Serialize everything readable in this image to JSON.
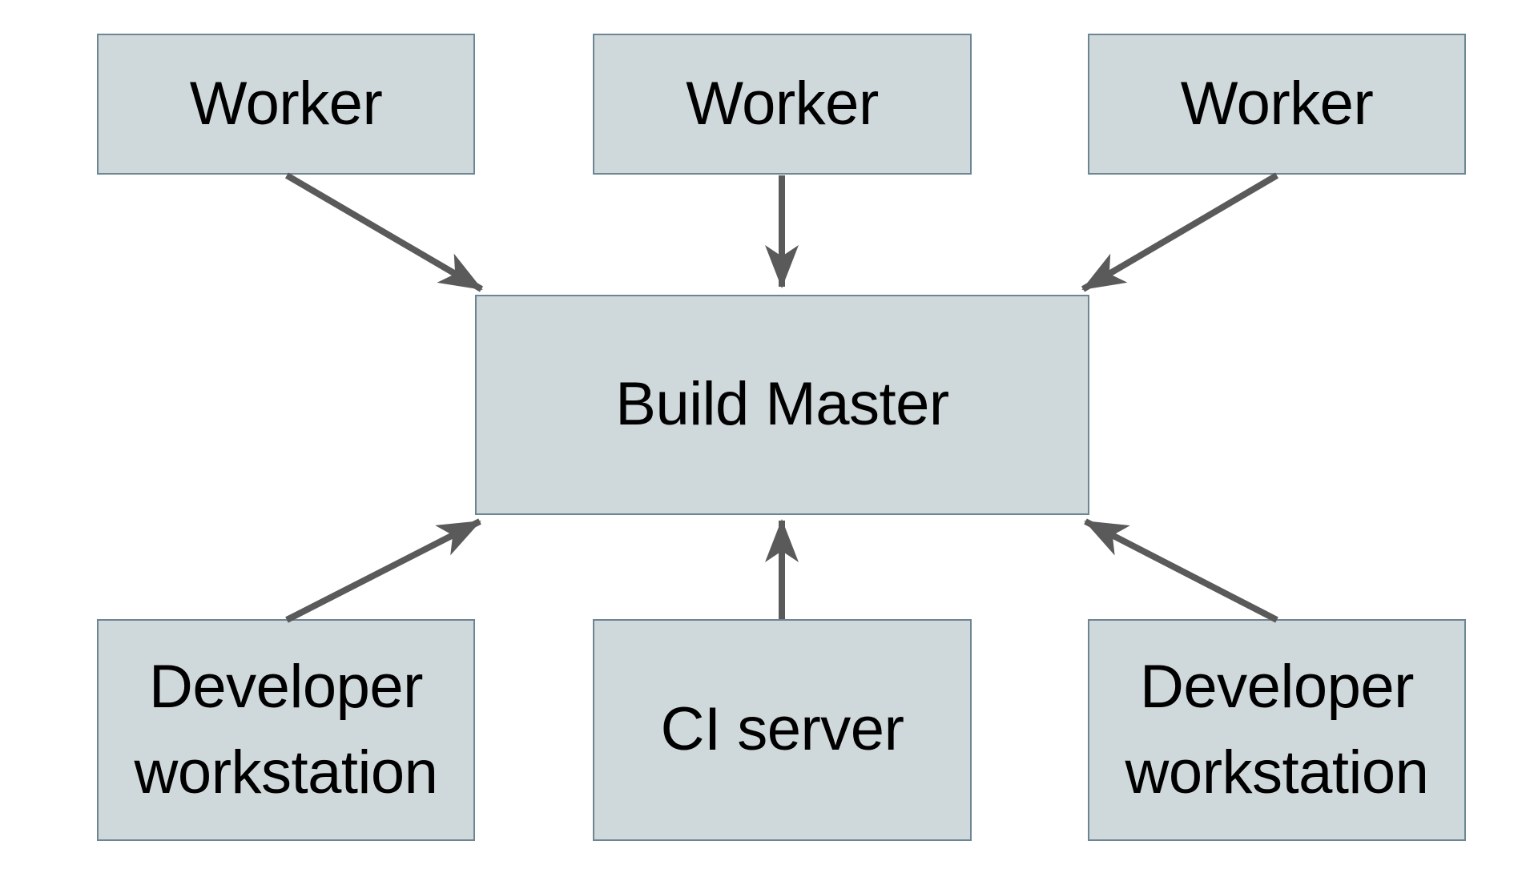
{
  "diagram": {
    "nodes": [
      {
        "id": "worker-1",
        "label": "Worker"
      },
      {
        "id": "worker-2",
        "label": "Worker"
      },
      {
        "id": "worker-3",
        "label": "Worker"
      },
      {
        "id": "build-master",
        "label": "Build Master"
      },
      {
        "id": "developer-workstation-1",
        "label": "Developer workstation"
      },
      {
        "id": "ci-server",
        "label": "CI server"
      },
      {
        "id": "developer-workstation-2",
        "label": "Developer workstation"
      }
    ],
    "edges": [
      {
        "from": "worker-1",
        "to": "build-master"
      },
      {
        "from": "worker-2",
        "to": "build-master"
      },
      {
        "from": "worker-3",
        "to": "build-master"
      },
      {
        "from": "developer-workstation-1",
        "to": "build-master"
      },
      {
        "from": "ci-server",
        "to": "build-master"
      },
      {
        "from": "developer-workstation-2",
        "to": "build-master"
      }
    ],
    "colors": {
      "node_fill": "#cfd8da",
      "node_border": "#6d8693",
      "arrow": "#5a5a5a",
      "text": "#000000",
      "background": "#ffffff"
    }
  }
}
